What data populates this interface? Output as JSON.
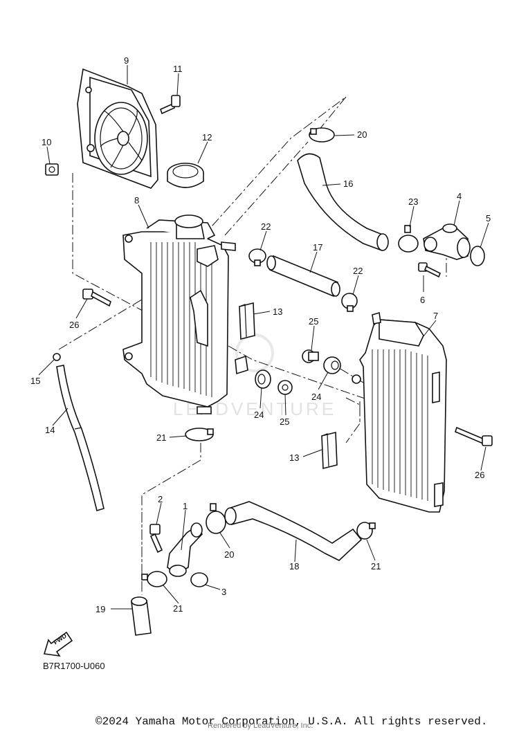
{
  "diagram": {
    "code": "B7R1700-U060",
    "fwd_label": "FWD",
    "watermark": "LEADVENTURE",
    "callouts": [
      {
        "id": "c9",
        "label": "9"
      },
      {
        "id": "c11",
        "label": "11"
      },
      {
        "id": "c10",
        "label": "10"
      },
      {
        "id": "c12",
        "label": "12"
      },
      {
        "id": "c8",
        "label": "8"
      },
      {
        "id": "c20a",
        "label": "20"
      },
      {
        "id": "c16",
        "label": "16"
      },
      {
        "id": "c23",
        "label": "23"
      },
      {
        "id": "c4",
        "label": "4"
      },
      {
        "id": "c5",
        "label": "5"
      },
      {
        "id": "c22a",
        "label": "22"
      },
      {
        "id": "c17",
        "label": "17"
      },
      {
        "id": "c22b",
        "label": "22"
      },
      {
        "id": "c6",
        "label": "6"
      },
      {
        "id": "c13a",
        "label": "13"
      },
      {
        "id": "c26a",
        "label": "26"
      },
      {
        "id": "c7",
        "label": "7"
      },
      {
        "id": "c25a",
        "label": "25"
      },
      {
        "id": "c15",
        "label": "15"
      },
      {
        "id": "c24a",
        "label": "24"
      },
      {
        "id": "c24b",
        "label": "24"
      },
      {
        "id": "c25b",
        "label": "25"
      },
      {
        "id": "c14",
        "label": "14"
      },
      {
        "id": "c21a",
        "label": "21"
      },
      {
        "id": "c13b",
        "label": "13"
      },
      {
        "id": "c26b",
        "label": "26"
      },
      {
        "id": "c2",
        "label": "2"
      },
      {
        "id": "c1",
        "label": "1"
      },
      {
        "id": "c20b",
        "label": "20"
      },
      {
        "id": "c18",
        "label": "18"
      },
      {
        "id": "c21b",
        "label": "21"
      },
      {
        "id": "c3",
        "label": "3"
      },
      {
        "id": "c19",
        "label": "19"
      },
      {
        "id": "c21c",
        "label": "21"
      }
    ]
  },
  "footer": {
    "copyright": "©2024 Yamaha Motor Corporation, U.S.A. All rights reserved.",
    "rendered_by": "Rendered by LeadVenture, Inc."
  }
}
